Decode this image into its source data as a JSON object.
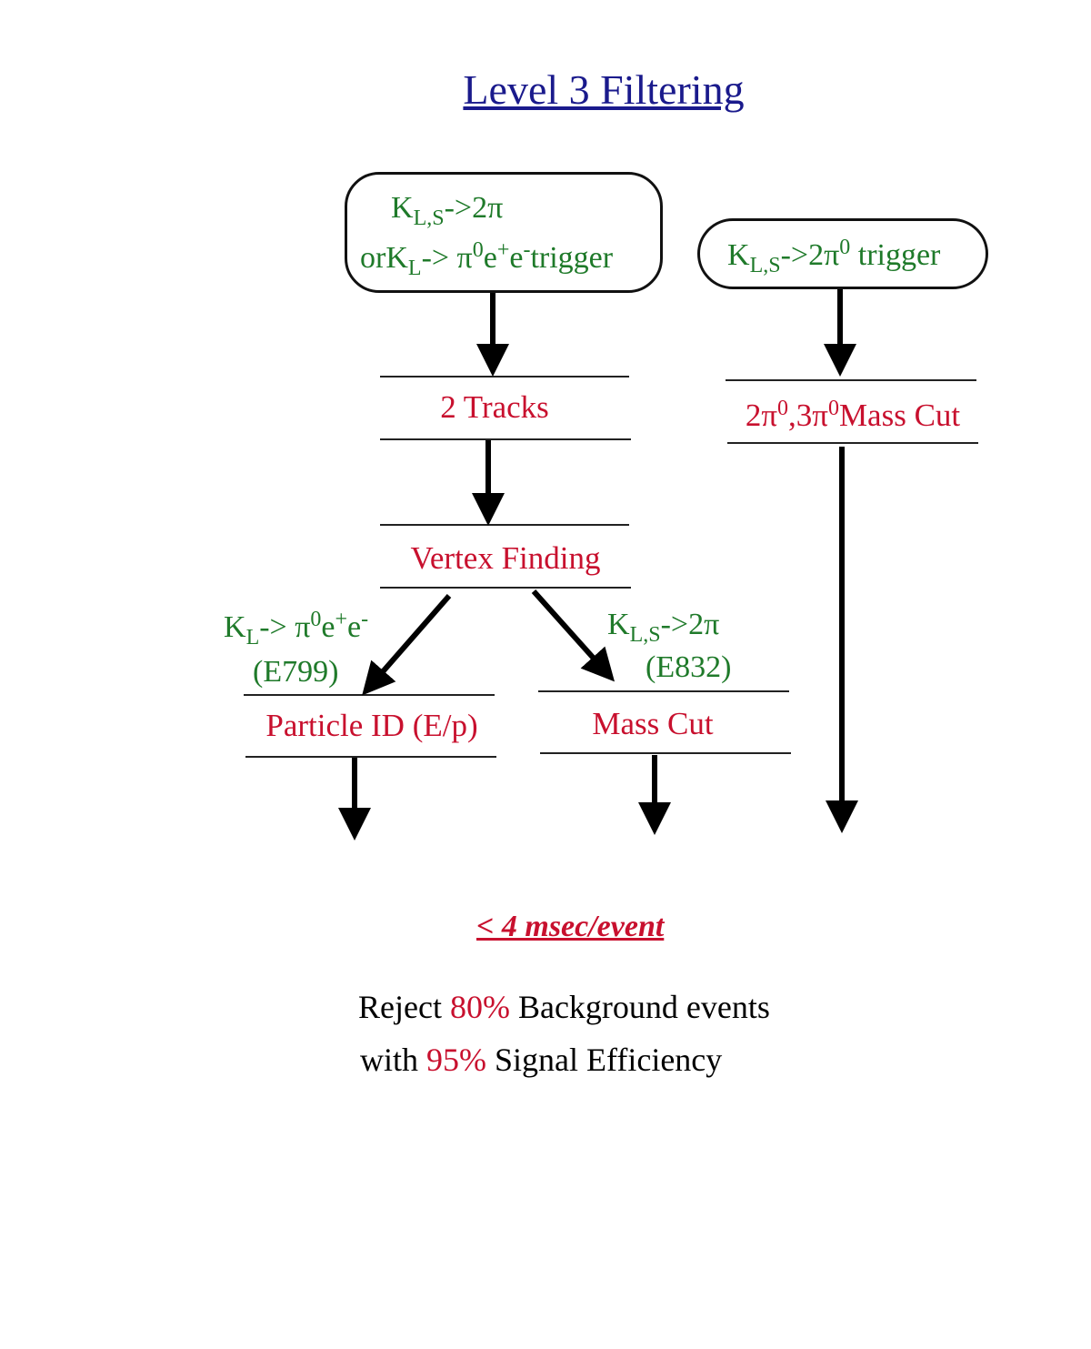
{
  "title": "Level 3 Filtering",
  "trigger_left": {
    "line1": {
      "K": "K",
      "sub": "L,S",
      "rest": "->2π"
    },
    "line2": {
      "pre": "orK",
      "sub": "L",
      "mid": "-> π",
      "sup0": "0",
      "e1": "e",
      "sup1": "+",
      "e2": "e",
      "sup2": "-",
      "post": "trigger"
    }
  },
  "trigger_right": {
    "K": "K",
    "sub": "L,S",
    "mid": "->2π",
    "sup": "0",
    "post": " trigger"
  },
  "steps": {
    "tracks": "2 Tracks",
    "vertex": "Vertex Finding",
    "pid": "Particle ID (E/p)",
    "mass_cut": "Mass Cut",
    "pi0_mass_cut": {
      "a": "2π",
      "sup1": "0",
      "b": ",3π",
      "sup2": "0",
      "c": "Mass Cut"
    }
  },
  "branches": {
    "left": {
      "K": "K",
      "sub": "L",
      "mid": "-> π",
      "sup0": "0",
      "e1": "e",
      "sup1": "+",
      "e2": "e",
      "sup2": "-",
      "exp": "(E799)"
    },
    "right": {
      "K": "K",
      "sub": "L,S",
      "mid": "->2π",
      "exp": "(E832)"
    }
  },
  "timing": "< 4 msec/event",
  "summary": {
    "line1": {
      "a": "Reject ",
      "pct": "80%",
      "b": " Background events"
    },
    "line2": {
      "a": "with ",
      "pct": "95%",
      "b": " Signal Efficiency"
    }
  },
  "colors": {
    "title": "#1a1a8c",
    "trigger": "#1f7a2a",
    "step": "#c8102e"
  }
}
